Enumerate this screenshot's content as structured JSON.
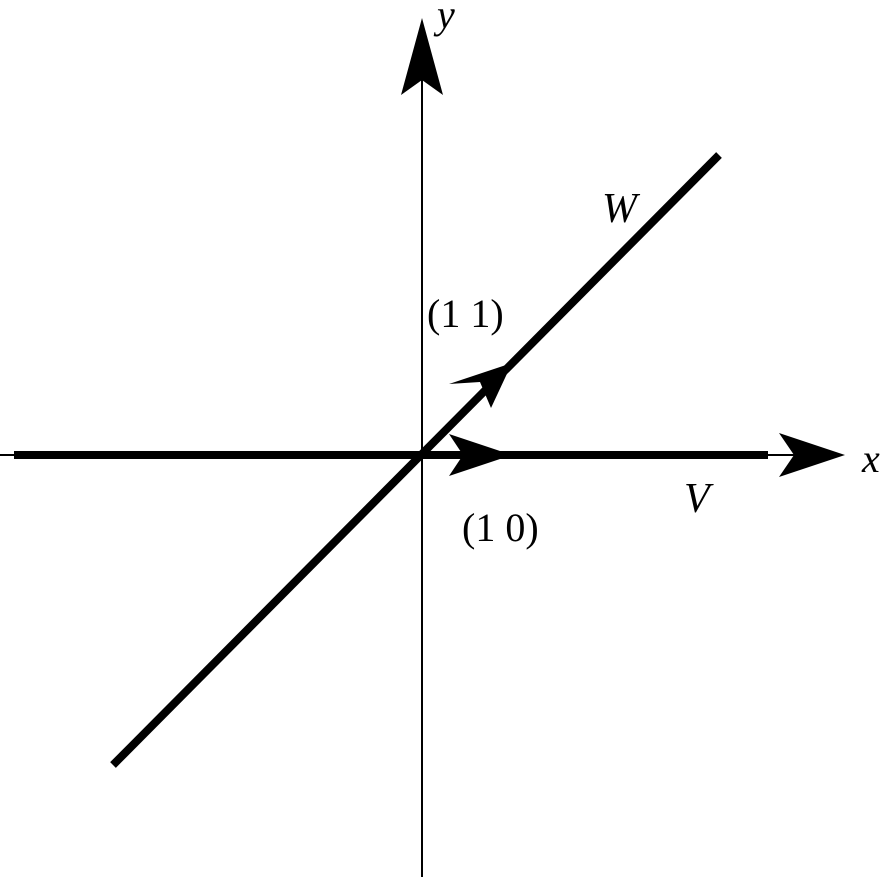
{
  "diagram": {
    "axes": {
      "x_label": "x",
      "y_label": "y"
    },
    "lines": {
      "v_label": "V",
      "w_label": "W"
    },
    "vectors": {
      "v_vector_label": "(1 0)",
      "w_vector_label": "(1 1)"
    },
    "colors": {
      "stroke": "#000000",
      "background": "#ffffff"
    }
  }
}
